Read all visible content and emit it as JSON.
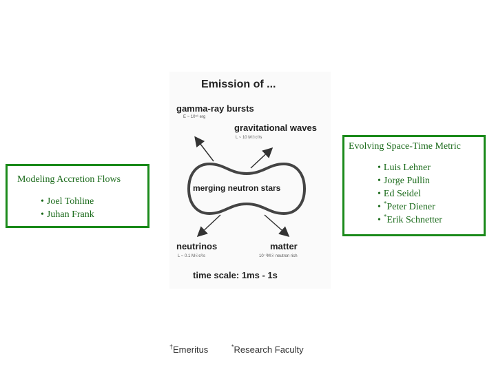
{
  "figure": {
    "title": "Emission of ...",
    "center_label": "merging neutron stars",
    "outputs": [
      {
        "label": "gamma-ray bursts",
        "detail": "E ~ 10⁵¹ erg"
      },
      {
        "label": "gravitational waves",
        "detail": "L ~ 10 M☉c²/s"
      },
      {
        "label": "neutrinos",
        "detail": "L ~ 0.1 M☉c²/s"
      },
      {
        "label": "matter",
        "detail": "10⁻²M☉ neutron rich"
      }
    ],
    "time_scale": "time scale: 1ms - 1s"
  },
  "left_box": {
    "title": "Modeling Accretion Flows",
    "people": [
      {
        "bullet": "•",
        "mark": "",
        "name": "Joel Tohline"
      },
      {
        "bullet": "•",
        "mark": "",
        "name": "Juhan Frank"
      }
    ]
  },
  "right_box": {
    "title": "Evolving Space-Time Metric",
    "people": [
      {
        "bullet": "•",
        "mark": "",
        "name": "Luis Lehner"
      },
      {
        "bullet": "•",
        "mark": "",
        "name": "Jorge Pullin"
      },
      {
        "bullet": "•",
        "mark": "",
        "name": "Ed Seidel"
      },
      {
        "bullet": "•",
        "mark": "*",
        "name": "Peter Diener"
      },
      {
        "bullet": "•",
        "mark": "*",
        "name": "Erik Schnetter"
      }
    ]
  },
  "footnotes": [
    {
      "mark": "†",
      "text": "Emeritus"
    },
    {
      "mark": "*",
      "text": "Research Faculty"
    }
  ],
  "colors": {
    "box_border": "#1a8a1a",
    "box_text": "#1a6a1a"
  }
}
